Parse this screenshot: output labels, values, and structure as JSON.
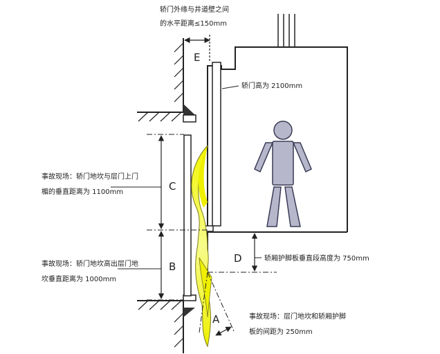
{
  "labels": {
    "letter_e": "E",
    "letter_c": "C",
    "letter_b": "B",
    "letter_d": "D",
    "letter_a": "A"
  },
  "notes": {
    "gap_line1": "轿门外缘与井道壁之间",
    "gap_line2": "的水平距离≤150mm",
    "car_door_height": "轿门高为 2100mm",
    "c_line1": "事故现场：轿门地坎与层门上门",
    "c_line2": "楣的垂直距离为 1100mm",
    "b_line1": "事故现场：轿门地坎高出层门地",
    "b_line2": "坎垂直距离为 1000mm",
    "apron_height": "轿厢护脚板垂直段高度为 750mm",
    "a_line1": "事故现场：层门地坎和轿厢护脚",
    "a_line2": "板的间距为 250mm"
  },
  "colors": {
    "line": "#222222",
    "person": "#b7b7cc",
    "person_outline": "#3a3a55",
    "path_fill": "#eef000",
    "path_fill_light": "#f7fb9a",
    "path_outline": "#7a7a1a",
    "sill": "#333333"
  }
}
